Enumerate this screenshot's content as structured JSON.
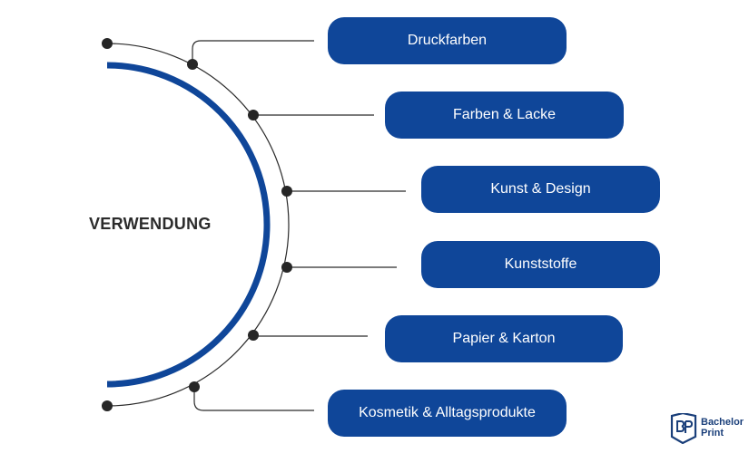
{
  "center": {
    "label": "VERWENDUNG"
  },
  "items": [
    {
      "label": "Druckfarben"
    },
    {
      "label": "Farben & Lacke"
    },
    {
      "label": "Kunst & Design"
    },
    {
      "label": "Kunststoffe"
    },
    {
      "label": "Papier & Karton"
    },
    {
      "label": "Kosmetik & Alltagsprodukte"
    }
  ],
  "colors": {
    "accent": "#0f4699",
    "line": "#2b2b2b",
    "dot": "#262626"
  },
  "logo": {
    "line1": "Bachelor",
    "line2": "Print",
    "icon": "book-logo-icon"
  }
}
